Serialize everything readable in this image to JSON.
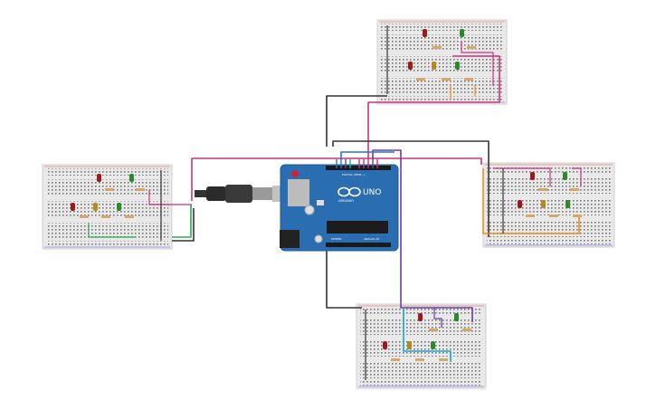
{
  "arduino": {
    "brand": "ARDUINO",
    "model": "UNO",
    "digital_label": "DIGITAL (PWM~)",
    "power_label": "POWER",
    "analog_label": "ANALOG IN"
  },
  "colors": {
    "wire_magenta": "#c8337e",
    "wire_black": "#333333",
    "wire_green": "#2fa84f",
    "wire_orange": "#f08a1c",
    "wire_blue": "#2c6fd6",
    "wire_purple": "#6b3fa0",
    "wire_cyan": "#1ea8c9",
    "board_blue": "#2a6db0",
    "breadboard": "#ebebeb",
    "led_red": "#9b1b1b",
    "led_yellow": "#b58a1d",
    "led_green": "#2a8a2a"
  },
  "icons": [
    "usb-cable-icon",
    "reset-button-icon",
    "arduino-logo-icon"
  ]
}
